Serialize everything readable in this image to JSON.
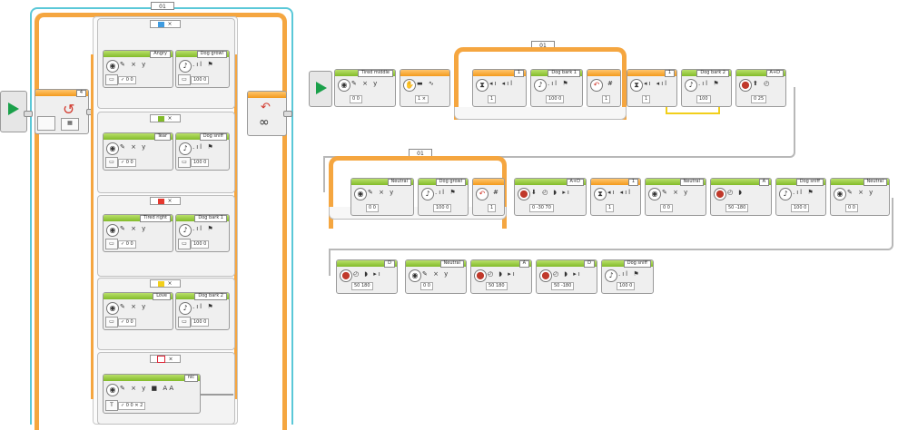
{
  "loops": {
    "left": {
      "label": "01"
    },
    "top_mid": {
      "label": "01"
    },
    "row2": {
      "label": "01"
    }
  },
  "left_program": {
    "loop_count_block_value": "4",
    "loop_end_symbol": "∞",
    "cases": [
      {
        "tab_color": "#3e9be0",
        "display_label": "Angry",
        "sound_label": "Dog growl",
        "display_values": [
          "0",
          "0"
        ],
        "sound_values": [
          "100",
          "0"
        ]
      },
      {
        "tab_color": "#82bb2a",
        "display_label": "Tear",
        "sound_label": "Dog sniff",
        "display_values": [
          "0",
          "0"
        ],
        "sound_values": [
          "100",
          "0"
        ]
      },
      {
        "tab_color": "#e5382f",
        "display_label": "Tired right",
        "sound_label": "Dog bark 1",
        "display_values": [
          "0",
          "0"
        ],
        "sound_values": [
          "100",
          "0"
        ]
      },
      {
        "tab_color": "#f2cf1a",
        "display_label": "Love",
        "sound_label": "Dog bark 2",
        "display_values": [
          "0",
          "0"
        ],
        "sound_values": [
          "100",
          "0"
        ]
      }
    ],
    "default_case": {
      "display_label": "nic",
      "display_values": [
        "0",
        "0",
        "2"
      ]
    }
  },
  "row1_blocks": [
    {
      "label": "Tired middle",
      "color": "green",
      "icon": "display-icon",
      "values": "0  0"
    },
    {
      "label": "",
      "color": "orange",
      "icon": "sensor-icon",
      "values": "1  ×"
    },
    {
      "label": "1",
      "color": "orange",
      "icon": "timer-icon",
      "values": "1"
    },
    {
      "label": "Dog bark 1",
      "color": "green",
      "icon": "sound-icon",
      "values": "100  0"
    },
    {
      "label": "",
      "color": "orange",
      "icon": "loop-interrupt-icon",
      "values": "1"
    },
    {
      "label": "1",
      "color": "orange",
      "icon": "timer-icon",
      "values": "1"
    },
    {
      "label": "Dog bark 2",
      "color": "green",
      "icon": "sound-icon",
      "values": "100"
    },
    {
      "label": "A+D",
      "color": "green",
      "icon": "motor-icon",
      "values": "0  25"
    }
  ],
  "row2_blocks": [
    {
      "label": "Neutral",
      "color": "green",
      "icon": "display-icon",
      "values": "0  0"
    },
    {
      "label": "Dog growl",
      "color": "green",
      "icon": "sound-icon",
      "values": "100  0"
    },
    {
      "label": "",
      "color": "orange",
      "icon": "loop-interrupt-icon",
      "values": "1"
    },
    {
      "label": "A+D",
      "color": "green",
      "icon": "motor-icon",
      "values": "0  -30  70"
    },
    {
      "label": "1",
      "color": "orange",
      "icon": "timer-icon",
      "values": "1"
    },
    {
      "label": "Neutral",
      "color": "green",
      "icon": "display-icon",
      "values": "0  0"
    },
    {
      "label": "A",
      "color": "green",
      "icon": "motor-icon",
      "values": "50  -180"
    },
    {
      "label": "Dog sniff",
      "color": "green",
      "icon": "sound-icon",
      "values": "100  0"
    },
    {
      "label": "Neutral",
      "color": "green",
      "icon": "display-icon",
      "values": "0  0"
    }
  ],
  "row3_blocks": [
    {
      "label": "D",
      "color": "green",
      "icon": "motor-icon",
      "values": "50  180"
    },
    {
      "label": "Neutral",
      "color": "green",
      "icon": "display-icon",
      "values": "0  0"
    },
    {
      "label": "A",
      "color": "green",
      "icon": "motor-icon",
      "values": "50  180"
    },
    {
      "label": "D",
      "color": "green",
      "icon": "motor-icon",
      "values": "50  -180"
    },
    {
      "label": "Dog sniff",
      "color": "green",
      "icon": "sound-icon",
      "values": "100  0"
    }
  ]
}
